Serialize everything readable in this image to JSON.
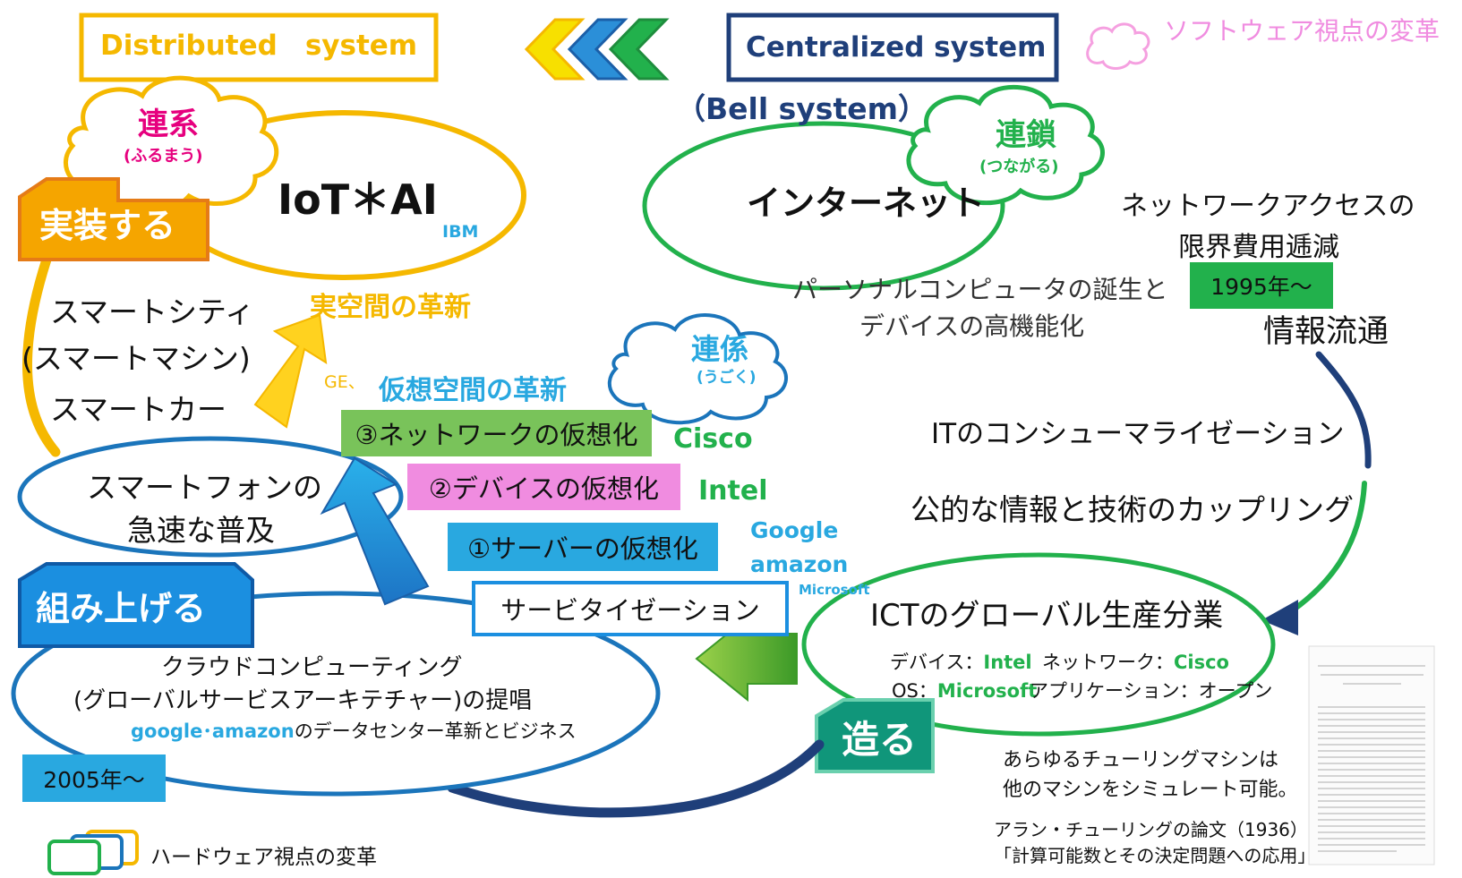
{
  "header": {
    "distributed_title": "Distributed　system",
    "centralized_title": "Centralized system",
    "bell_system": "（Bell system）",
    "software_legend": "ソフトウェア視点の変革"
  },
  "clouds": {
    "renkei_main": "連系",
    "renkei_sub": "(ふるまう)",
    "rensa_main": "連鎖",
    "rensa_sub": "(つながる)",
    "renkei2_main": "連係",
    "renkei2_sub": "(うごく)"
  },
  "left": {
    "iot_ai": "IoT＊AI",
    "ibm": "IBM",
    "implement_tab": "実装する",
    "smart_city": "スマートシティ",
    "smart_machine": "(スマートマシン)",
    "smart_car": "スマートカー",
    "real_space": "実空間の革新",
    "ge": "GE、",
    "virtual_space": "仮想空間の革新",
    "smartphone_line1": "スマートフォンの",
    "smartphone_line2": "急速な普及",
    "assemble_tab": "組み上げる"
  },
  "virtualization": {
    "network": "③ネットワークの仮想化",
    "cisco": "Cisco",
    "device": "②デバイスの仮想化",
    "intel": "Intel",
    "server": "①サーバーの仮想化",
    "google": "Google",
    "amazon": "amazon",
    "microsoft": "Microsoft"
  },
  "servitization": "サービタイゼーション",
  "cloud_computing": {
    "line1": "クラウドコンピューティング",
    "line2": "(グローバルサービスアーキテチャー)の提唱",
    "line3_brand": "google･amazon",
    "line3_rest": "のデータセンター革新とビジネス",
    "year": "2005年～"
  },
  "right": {
    "internet": "インターネット",
    "network_access_1": "ネットワークアクセスの",
    "network_access_2": "限界費用逓減",
    "year_1995": "1995年～",
    "pc_birth_1": "パーソナルコンピュータの誕生と",
    "pc_birth_2": "デバイスの高機能化",
    "info_flow": "情報流通",
    "consumerization": "ITのコンシューマライゼーション",
    "coupling": "公的な情報と技術のカップリング",
    "ict_division": "ICTのグローバル生産分業",
    "device_label": "デバイス：",
    "device_value": "Intel",
    "network_label": "ネットワーク：",
    "network_value": "Cisco",
    "os_label": "OS：",
    "os_value": "Microsoft",
    "app_label": "アプリケーション：オープン",
    "make_tab": "造る",
    "turing_1": "あらゆるチューリングマシンは",
    "turing_2": "他のマシンをシミュレート可能。",
    "turing_3": "アラン・チューリングの論文（1936）",
    "turing_4": "「計算可能数とその決定問題への応用」"
  },
  "footer": {
    "hardware_legend": "ハードウェア視点の変革"
  },
  "colors": {
    "orange": "#f5b800",
    "navy": "#1f3f7a",
    "green": "#22b14c",
    "blue": "#1b75bb",
    "sky": "#29a8e0",
    "pink": "#e6007e",
    "magenta": "#f08ce0",
    "teal": "#10967a"
  }
}
